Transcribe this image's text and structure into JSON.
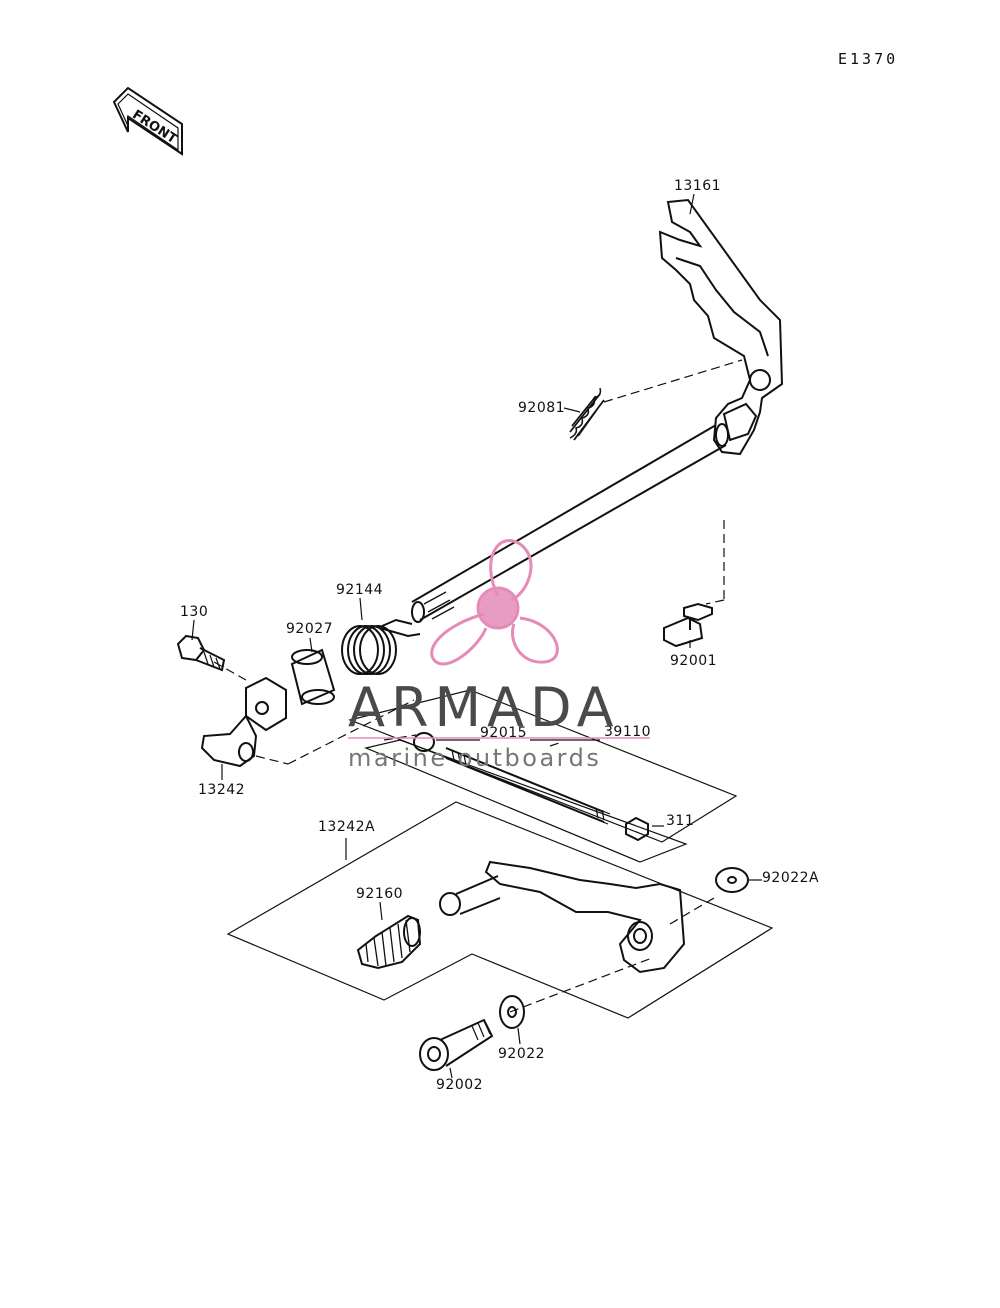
{
  "diagram_code": "E1370",
  "front_label": "FRONT",
  "watermark": {
    "title": "ARMADA",
    "subtitle": "marine outboards"
  },
  "parts": [
    {
      "id": "p13161",
      "text": "13161"
    },
    {
      "id": "p92081",
      "text": "92081"
    },
    {
      "id": "p92144",
      "text": "92144"
    },
    {
      "id": "p92027",
      "text": "92027"
    },
    {
      "id": "p130",
      "text": "130"
    },
    {
      "id": "p92001",
      "text": "92001"
    },
    {
      "id": "p92015",
      "text": "92015"
    },
    {
      "id": "p39110",
      "text": "39110"
    },
    {
      "id": "p13242",
      "text": "13242"
    },
    {
      "id": "p311",
      "text": "311"
    },
    {
      "id": "p13242A",
      "text": "13242A"
    },
    {
      "id": "p92022A",
      "text": "92022A"
    },
    {
      "id": "p92160",
      "text": "92160"
    },
    {
      "id": "p92022",
      "text": "92022"
    },
    {
      "id": "p92002",
      "text": "92002"
    }
  ],
  "colors": {
    "line": "#111111",
    "watermark_pink": "#e58bb8",
    "watermark_text": "#4a4a4a"
  }
}
